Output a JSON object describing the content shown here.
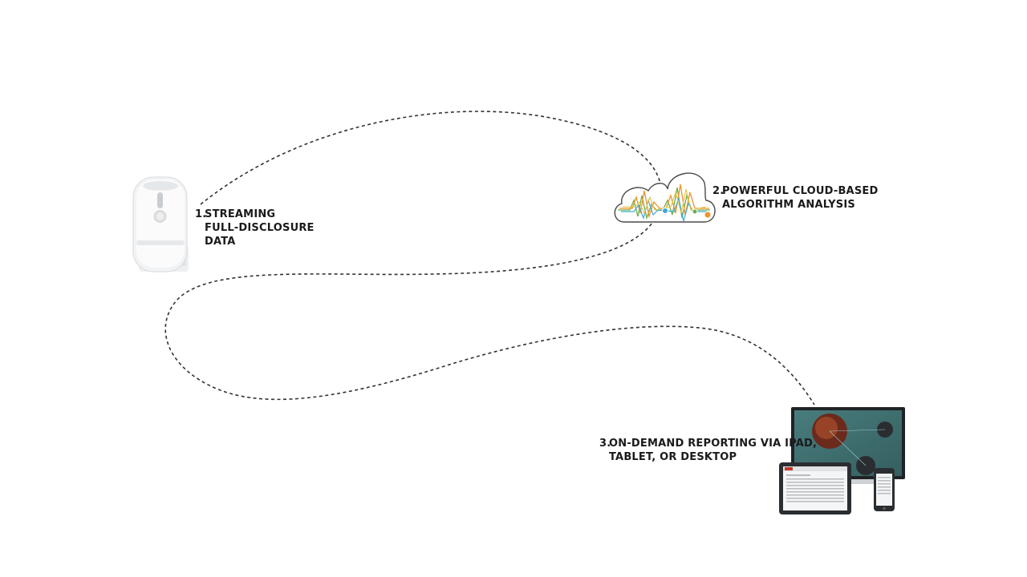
{
  "steps": [
    {
      "number": "1.",
      "lines": [
        "STREAMING",
        "FULL-DISCLOSURE",
        "DATA"
      ]
    },
    {
      "number": "2.",
      "lines": [
        "POWERFUL CLOUD-BASED",
        "ALGORITHM ANALYSIS"
      ]
    },
    {
      "number": "3.",
      "lines": [
        "ON-DEMAND REPORTING VIA IPAD,",
        "TABLET, OR DESKTOP"
      ]
    }
  ],
  "icons": {
    "step1": "wearable-monitor-device-icon",
    "step2": "cloud-with-signal-icon",
    "step3": "desktop-tablet-phone-icon"
  },
  "colors": {
    "path": "#333333",
    "text": "#1a1a1a",
    "signal_green": "#6ab04c",
    "signal_orange": "#f0932b",
    "signal_blue": "#3fa9d8",
    "signal_yellow": "#e8c547"
  }
}
